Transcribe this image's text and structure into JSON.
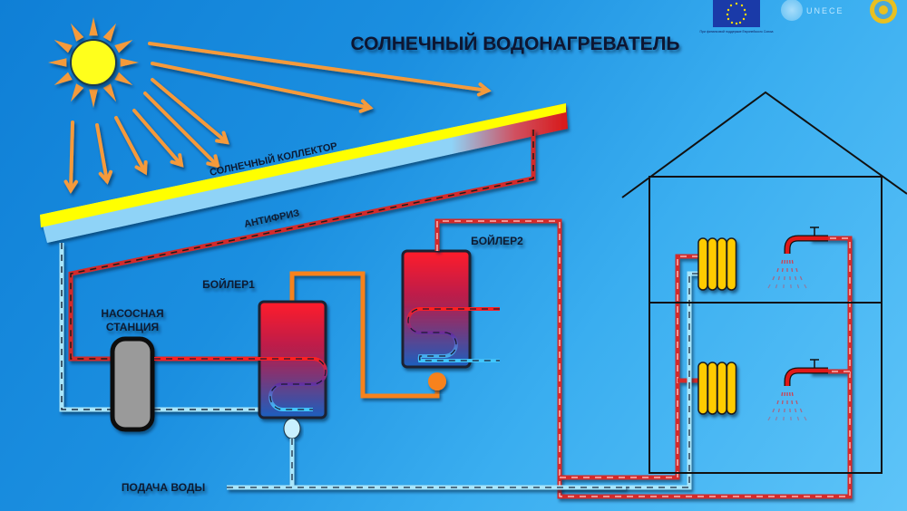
{
  "title": "СОЛНЕЧНЫЙ ВОДОНАГРЕВАТЕЛЬ",
  "logos": {
    "eu": {
      "name": "eu-flag",
      "caption": "При финансовой поддержке Европейского Союза"
    },
    "unece": {
      "name": "unece-logo",
      "text": "UNECE"
    },
    "kz": {
      "name": "kazakhstan-emblem"
    }
  },
  "labels": {
    "collector": "СОЛНЕЧНЫЙ КОЛЛЕКТОР",
    "antifreeze": "АНТИФРИЗ",
    "pump_station_line1": "НАСОСНАЯ",
    "pump_station_line2": "СТАНЦИЯ",
    "boiler1": "БОЙЛЕР1",
    "boiler2": "БОЙЛЕР2",
    "water_supply": "ПОДАЧА ВОДЫ"
  },
  "colors": {
    "sun": "#ffff1a",
    "ray": "#f59a3a",
    "collector_top": "#ffff00",
    "collector_body": "#8fd3f7",
    "hot_pipe": "#d42a2a",
    "cold_pipe": "#a9e6fb",
    "orange_pipe": "#f7821e",
    "radiator": "#ffcc00",
    "pump": "#9a9a9a"
  },
  "house": {
    "floors": 2,
    "rooms": [
      {
        "name": "upper-floor",
        "items": [
          "radiator",
          "hot-water-tap"
        ]
      },
      {
        "name": "lower-floor",
        "items": [
          "radiator",
          "hot-water-tap"
        ]
      }
    ]
  }
}
